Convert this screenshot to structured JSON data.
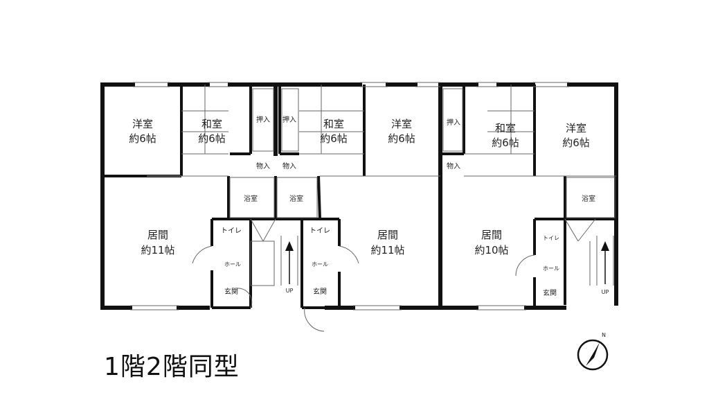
{
  "caption": "1階2階同型",
  "compass_label": "N",
  "rooms": {
    "u1_western_name": "洋室",
    "u1_western_size": "約6帖",
    "u1_japanese_name": "和室",
    "u1_japanese_size": "約6帖",
    "u1_closet_a": "押入",
    "u1_storage": "物入",
    "u1_bath": "浴室",
    "u1_toilet": "トイレ",
    "u1_hall": "ホール",
    "u1_entry": "玄関",
    "u1_living_name": "居間",
    "u1_living_size": "約11帖",
    "u1_up": "UP",
    "u2_closet_a": "押入",
    "u2_storage": "物入",
    "u2_japanese_name": "和室",
    "u2_japanese_size": "約6帖",
    "u2_western_name": "洋室",
    "u2_western_size": "約6帖",
    "u2_bath": "浴室",
    "u2_toilet": "トイレ",
    "u2_hall": "ホール",
    "u2_entry": "玄関",
    "u2_living_name": "居間",
    "u2_living_size": "約11帖",
    "u3_closet_a": "押入",
    "u3_storage": "物入",
    "u3_japanese_name": "和室",
    "u3_japanese_size": "約6帖",
    "u3_western_name": "洋室",
    "u3_western_size": "約6帖",
    "u3_bath": "浴室",
    "u3_toilet": "トイレ",
    "u3_hall": "ホール",
    "u3_entry": "玄関",
    "u3_living_name": "居間",
    "u3_living_size": "約10帖",
    "u3_up": "UP"
  }
}
